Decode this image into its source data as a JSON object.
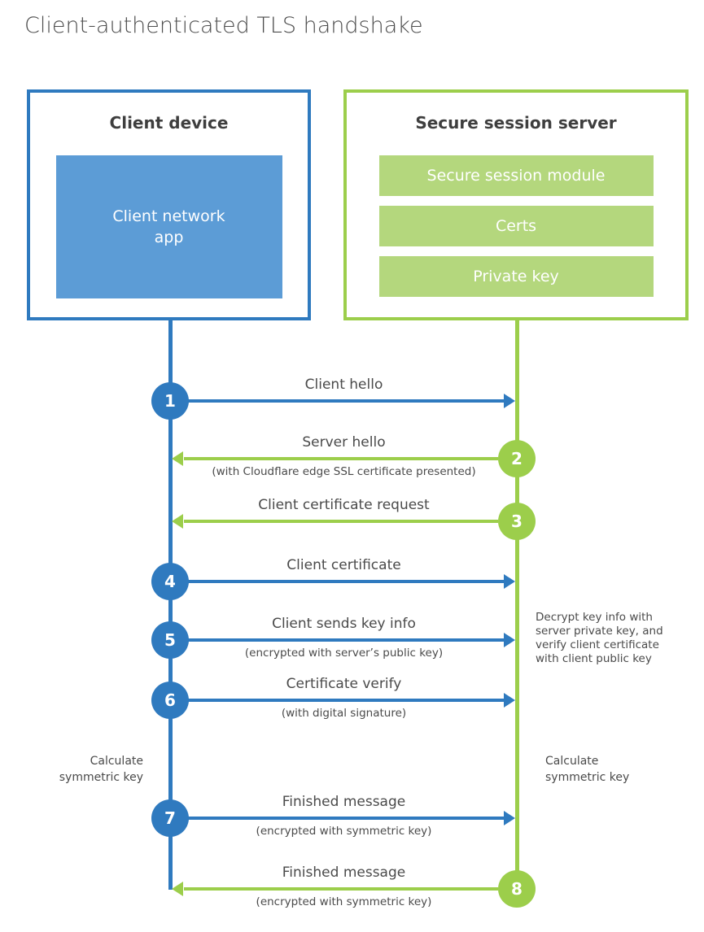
{
  "page": {
    "title": "Client-authenticated TLS handshake"
  },
  "colors": {
    "blue": "#2F7ABF",
    "blue_fill": "#5C9CD6",
    "green": "#9CCE4B",
    "green_fill": "#B4D77D"
  },
  "client_box": {
    "title": "Client device",
    "module": "Client network app"
  },
  "server_box": {
    "title": "Secure session server",
    "modules": [
      "Secure session module",
      "Certs",
      "Private key"
    ]
  },
  "steps": [
    {
      "num": "1",
      "color": "blue",
      "direction": "right",
      "label": "Client hello",
      "sublabel": ""
    },
    {
      "num": "2",
      "color": "green",
      "direction": "left",
      "label": "Server hello",
      "sublabel": "(with Cloudflare edge SSL certificate presented)"
    },
    {
      "num": "3",
      "color": "green",
      "direction": "left",
      "label": "Client certificate request",
      "sublabel": ""
    },
    {
      "num": "4",
      "color": "blue",
      "direction": "right",
      "label": "Client certificate",
      "sublabel": ""
    },
    {
      "num": "5",
      "color": "blue",
      "direction": "right",
      "label": "Client sends key info",
      "sublabel": "(encrypted with server’s public key)"
    },
    {
      "num": "6",
      "color": "blue",
      "direction": "right",
      "label": "Certificate verify",
      "sublabel": "(with digital signature)"
    },
    {
      "num": "7",
      "color": "blue",
      "direction": "right",
      "label": "Finished message",
      "sublabel": "(encrypted with symmetric key)"
    },
    {
      "num": "8",
      "color": "green",
      "direction": "left",
      "label": "Finished message",
      "sublabel": "(encrypted with symmetric key)"
    }
  ],
  "notes": {
    "decrypt": "Decrypt key info with server private key, and verify client certificate with client public key",
    "calc_left": "Calculate symmetric key",
    "calc_right": "Calculate symmetric key"
  }
}
